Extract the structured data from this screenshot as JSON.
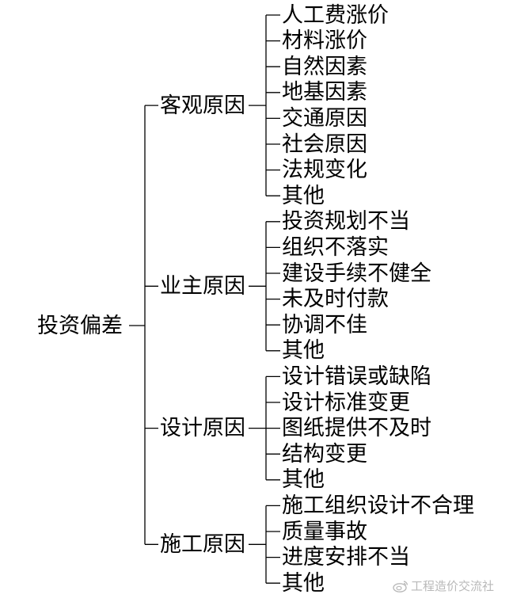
{
  "root": "投资偏差",
  "groups": [
    {
      "label": "客观原因",
      "items": [
        "人工费涨价",
        "材料涨价",
        "自然因素",
        "地基因素",
        "交通原因",
        "社会原因",
        "法规变化",
        "其他"
      ]
    },
    {
      "label": "业主原因",
      "items": [
        "投资规划不当",
        "组织不落实",
        "建设手续不健全",
        "未及时付款",
        "协调不佳",
        "其他"
      ]
    },
    {
      "label": "设计原因",
      "items": [
        "设计错误或缺陷",
        "设计标准变更",
        "图纸提供不及时",
        "结构变更",
        "其他"
      ]
    },
    {
      "label": "施工原因",
      "items": [
        "施工组织设计不合理",
        "质量事故",
        "进度安排不当",
        "其他"
      ]
    }
  ],
  "watermark": {
    "icon": "weibo-icon",
    "text": "工程造价交流社"
  },
  "colors": {
    "line": "#000000",
    "text": "#000000",
    "watermark": "#b9b9b9"
  }
}
